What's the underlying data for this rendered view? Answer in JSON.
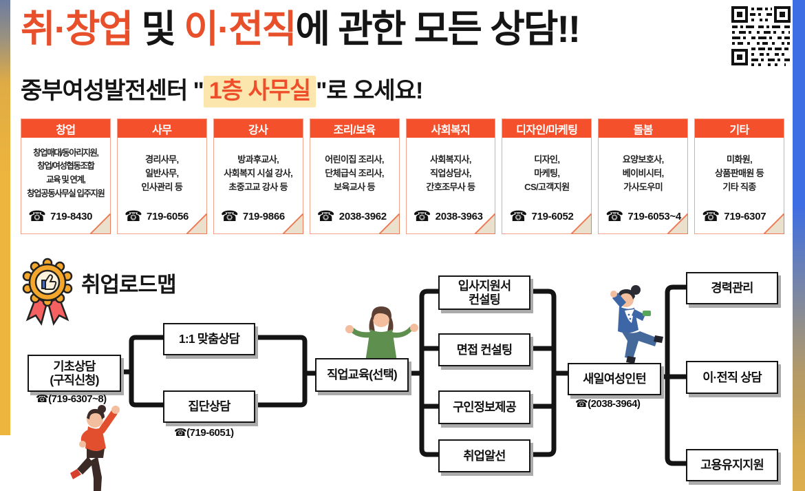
{
  "colors": {
    "accent": "#E8502C",
    "card_header_bg": "#F4502C",
    "card_border": "#F5A28C",
    "highlight_bg": "#FBE7AD",
    "fold": "#EAE0CC",
    "ink": "#151515",
    "strip_blue": "#3E6EE3",
    "strip_gold": "#EDB53D"
  },
  "phone_icon": "☎",
  "header": {
    "title_parts": [
      {
        "text": "취·창업"
      },
      {
        "text": " 및 "
      },
      {
        "text": "이·전직"
      },
      {
        "text": "에 관한 모든 상담!!"
      }
    ],
    "subtitle_pre": "중부여성발전센터 \"",
    "subtitle_highlight": "1층 사무실",
    "subtitle_post": "\"로 오세요!"
  },
  "cards": [
    {
      "category": "창업",
      "jobs": "창업매대/동아리지원,\n창업/여성협동조합\n교육 및 연계,\n창업공동사무실 입주지원",
      "phone": "719-8430"
    },
    {
      "category": "사무",
      "jobs": "경리사무,\n일반사무,\n인사관리 등",
      "phone": "719-6056"
    },
    {
      "category": "강사",
      "jobs": "방과후교사,\n사회복지 시설 강사,\n초중고교 강사 등",
      "phone": "719-9866"
    },
    {
      "category": "조리/보육",
      "jobs": "어린이집 조리사,\n단체급식 조리사,\n보육교사 등",
      "phone": "2038-3962"
    },
    {
      "category": "사회복지",
      "jobs": "사회복지사,\n직업상담사,\n간호조무사 등",
      "phone": "2038-3963"
    },
    {
      "category": "디자인/마케팅",
      "jobs": "디자인,\n마케팅,\nCS/고객지원",
      "phone": "719-6052"
    },
    {
      "category": "돌봄",
      "jobs": "요양보호사,\n베이비시터,\n가사도우미",
      "phone": "719-6053~4"
    },
    {
      "category": "기타",
      "jobs": "미화원,\n상품판매원 등\n기타 직종",
      "phone": "719-6307"
    }
  ],
  "roadmap": {
    "title": "취업로드맵",
    "nodes": {
      "basic": {
        "label": "기초상담\n(구직신청)",
        "phone": "☎(719-6307~8)"
      },
      "one_to_one": {
        "label": "1:1 맞춤상담"
      },
      "group": {
        "label": "집단상담",
        "phone": "☎(719-6051)"
      },
      "edu": {
        "label": "직업교육(선택)"
      },
      "apply_doc": {
        "label": "입사지원서\n컨설팅"
      },
      "interview": {
        "label": "면접 컨설팅"
      },
      "job_info": {
        "label": "구인정보제공"
      },
      "placement": {
        "label": "취업알선"
      },
      "intern": {
        "label": "새일여성인턴",
        "phone": "☎(2038-3964)"
      },
      "career_mgmt": {
        "label": "경력관리"
      },
      "job_change": {
        "label": "이·전직 상담"
      },
      "retention": {
        "label": "고용유지지원"
      }
    }
  }
}
